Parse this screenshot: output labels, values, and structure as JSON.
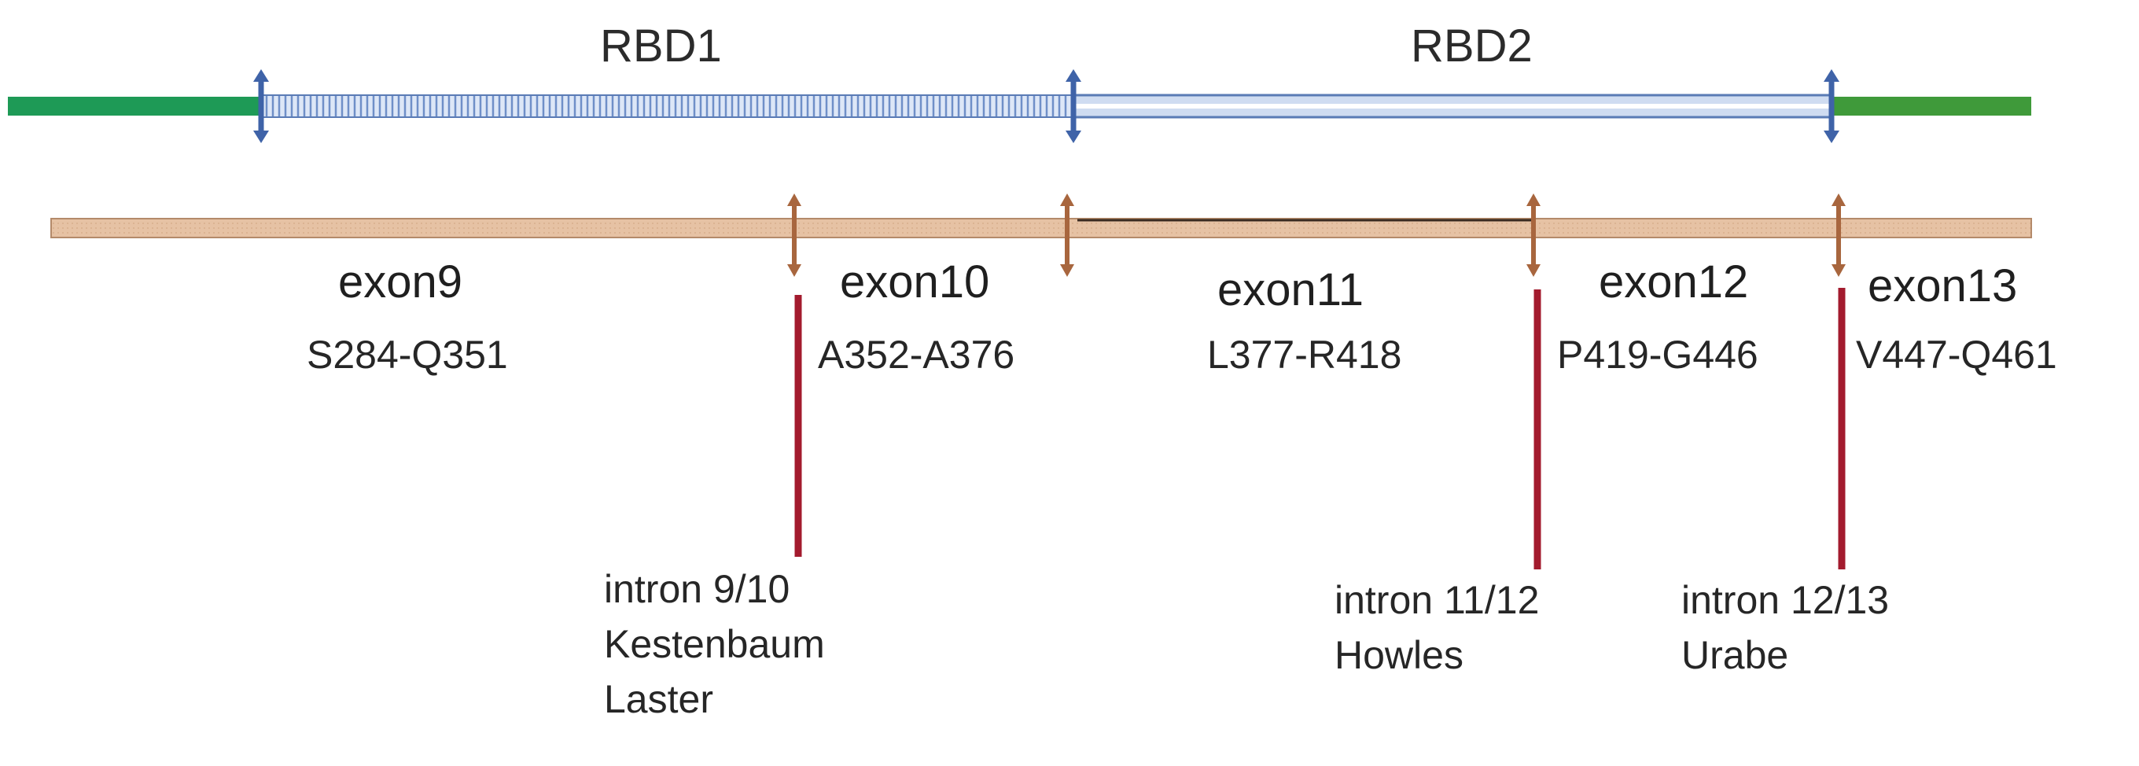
{
  "domains": [
    {
      "id": "rbd1",
      "label": "RBD1"
    },
    {
      "id": "rbd2",
      "label": "RBD2"
    }
  ],
  "exons": [
    {
      "id": "exon9",
      "name": "exon9",
      "range": "S284-Q351"
    },
    {
      "id": "exon10",
      "name": "exon10",
      "range": "A352-A376"
    },
    {
      "id": "exon11",
      "name": "exon11",
      "range": "L377-R418"
    },
    {
      "id": "exon12",
      "name": "exon12",
      "range": "P419-G446"
    },
    {
      "id": "exon13",
      "name": "exon13",
      "range": "V447-Q461"
    }
  ],
  "introns": [
    {
      "id": "intron-9-10",
      "lines": [
        "intron 9/10",
        "Kestenbaum",
        "Laster"
      ]
    },
    {
      "id": "intron-11-12",
      "lines": [
        "intron 11/12",
        "Howles"
      ]
    },
    {
      "id": "intron-12-13",
      "lines": [
        "intron 12/13",
        "Urabe"
      ]
    }
  ],
  "colors": {
    "flank_green": "#1e9a56",
    "rbd1_fill": "#dde7f7",
    "rbd1_hatch": "#6f8fc8",
    "rbd2_fill": "#cfdcf1",
    "rbd2_stroke": "#5a7bb5",
    "domain_marker": "#3f63a8",
    "exon_bar": "#e6c2a4",
    "exon_stroke": "#b48a6a",
    "exon_marker": "#a8663e",
    "intron_line": "#a31b2e"
  }
}
